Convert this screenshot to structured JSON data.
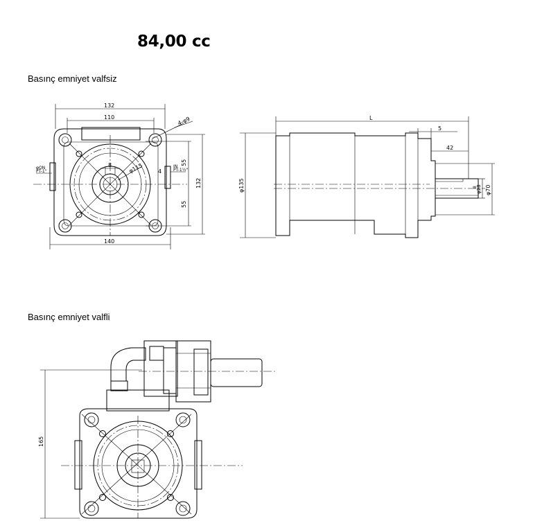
{
  "title": "84,00 cc",
  "section_a": {
    "label": "Basınç emniyet valfsiz"
  },
  "section_b": {
    "label": "Basınç emniyet valfli"
  },
  "dims_front": {
    "top_outer": "132",
    "top_inner": "110",
    "holes": "4-φ9",
    "port_left_1": "φON",
    "port_left_2": "PT-1\"",
    "port_right_1": "IN",
    "port_right_2": "PT-1½\"",
    "key": "8",
    "bolt_circle": "φ115",
    "right_upper": "55",
    "right_outer": "132",
    "right_lower": "55",
    "bottom": "140",
    "key_small": "4"
  },
  "dims_side": {
    "diameter": "φ135",
    "length": "L",
    "flange": "5",
    "shaft": "42",
    "shaft_key": "8",
    "shaft_dia": "φ28",
    "pilot_dia": "φ70"
  },
  "dims_valve": {
    "height": "165"
  }
}
